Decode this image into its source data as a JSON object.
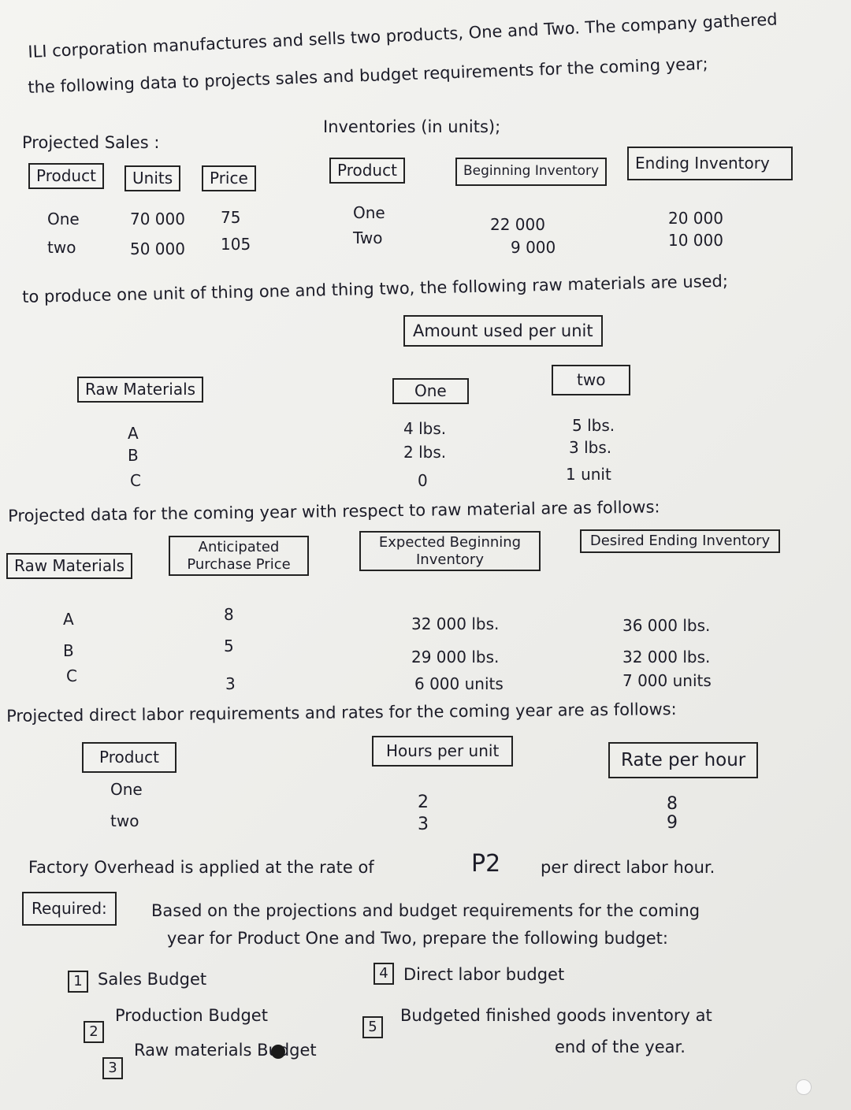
{
  "intro": {
    "line1": "ILI corporation manufactures and sells two products, One and Two. The company gathered",
    "line2": "the following data to projects sales and budget requirements for the coming year;"
  },
  "projected_sales": {
    "heading": "Projected Sales :",
    "headers": [
      "Product",
      "Units",
      "Price"
    ],
    "rows": [
      {
        "product": "One",
        "units": "70 000",
        "price": "75"
      },
      {
        "product": "two",
        "units": "50 000",
        "price": "105"
      }
    ]
  },
  "inventories": {
    "heading": "Inventories (in units);",
    "headers": [
      "Product",
      "Beginning Inventory",
      "Ending Inventory"
    ],
    "rows": [
      {
        "product": "One",
        "beginning": "22 000",
        "ending": "20 000"
      },
      {
        "product": "Two",
        "beginning": "9 000",
        "ending": "10 000"
      }
    ]
  },
  "raw_usage": {
    "intro": "to produce one unit of thing one and thing two, the following raw materials are used;",
    "group_header": "Amount used per unit",
    "headers": [
      "Raw Materials",
      "One",
      "two"
    ],
    "rows": [
      {
        "material": "A",
        "one": "4 lbs.",
        "two": "5 lbs."
      },
      {
        "material": "B",
        "one": "2 lbs.",
        "two": "3 lbs."
      },
      {
        "material": "C",
        "one": "0",
        "two": "1 unit"
      }
    ]
  },
  "raw_projected": {
    "intro": "Projected data for the coming year with respect to raw material are as follows:",
    "headers": [
      "Raw Materials",
      "Anticipated Purchase Price",
      "Expected Beginning Inventory",
      "Desired Ending Inventory"
    ],
    "rows": [
      {
        "material": "A",
        "price": "8",
        "beginning": "32 000 lbs.",
        "ending": "36 000 lbs."
      },
      {
        "material": "B",
        "price": "5",
        "beginning": "29 000 lbs.",
        "ending": "32 000 lbs."
      },
      {
        "material": "C",
        "price": "3",
        "beginning": "6 000 units",
        "ending": "7 000 units"
      }
    ]
  },
  "labor": {
    "intro": "Projected direct labor requirements and rates for the coming year are as follows:",
    "headers": [
      "Product",
      "Hours per unit",
      "Rate per hour"
    ],
    "rows": [
      {
        "product": "One",
        "hours": "2",
        "rate": "8"
      },
      {
        "product": "two",
        "hours": "3",
        "rate": "9"
      }
    ]
  },
  "overhead": {
    "pre": "Factory Overhead is applied at the rate of",
    "rate": "P2",
    "post": "per direct labor hour."
  },
  "required": {
    "label": "Required:",
    "line1": "Based on the projections and budget requirements for the coming",
    "line2": "year for Product One and Two, prepare the following budget:",
    "items": [
      {
        "num": "1",
        "text": "Sales Budget"
      },
      {
        "num": "2",
        "text": "Production Budget"
      },
      {
        "num": "3",
        "text": "Raw materials Budget"
      },
      {
        "num": "4",
        "text": "Direct labor budget"
      },
      {
        "num": "5",
        "text": "Budgeted finished goods inventory at"
      }
    ],
    "item5_cont": "end of the year."
  }
}
